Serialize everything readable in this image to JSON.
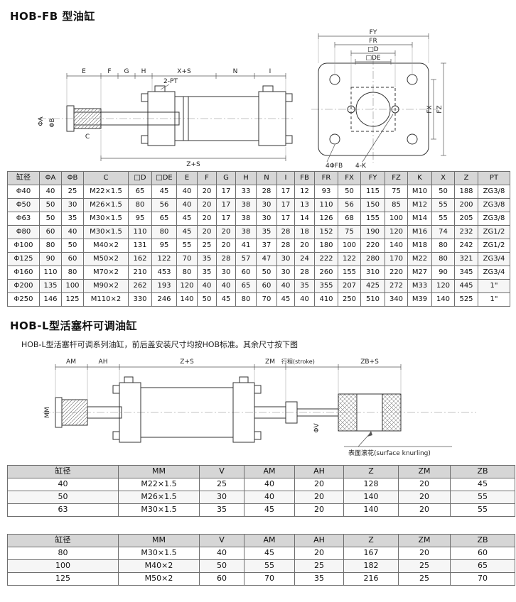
{
  "titles": {
    "section1": "HOB-FB 型油缸",
    "section2": "HOB-L型活塞杆可调油缸",
    "section2_note": "HOB-L型活塞杆可调系列油缸，前后盖安装尺寸均按HOB标准。其余尺寸按下图"
  },
  "drawing1": {
    "dim_e": "E",
    "dim_f": "F",
    "dim_g": "G",
    "dim_h": "H",
    "dim_xs": "X+S",
    "dim_n": "N",
    "dim_i": "I",
    "port": "2-PT",
    "dim_phia": "ΦA",
    "dim_phib": "ΦB",
    "dim_c": "C",
    "dim_zs": "Z+S",
    "dim_fy": "FY",
    "dim_fr": "FR",
    "dim_d": "□D",
    "dim_de": "□DE",
    "dim_fx": "FX",
    "dim_fz": "FZ",
    "holes_fb": "4ΦFB",
    "holes_k": "4-K"
  },
  "drawing2": {
    "dim_am": "AM",
    "dim_ah": "AH",
    "dim_zs": "Z+S",
    "dim_zm": "ZM",
    "stroke_note": "行程(stroke)",
    "dim_zbs": "ZB+S",
    "label_mm": "MM",
    "label_phiv": "ΦV",
    "knurl_note": "表面滚花(surface knurling)"
  },
  "table1": {
    "headers": [
      "缸径",
      "ΦA",
      "ΦB",
      "C",
      "□D",
      "□DE",
      "E",
      "F",
      "G",
      "H",
      "N",
      "I",
      "FB",
      "FR",
      "FX",
      "FY",
      "FZ",
      "K",
      "X",
      "Z",
      "PT"
    ],
    "rows": [
      [
        "Φ40",
        "40",
        "25",
        "M22×1.5",
        "65",
        "45",
        "40",
        "20",
        "17",
        "33",
        "28",
        "17",
        "12",
        "93",
        "50",
        "115",
        "75",
        "M10",
        "50",
        "188",
        "ZG3/8"
      ],
      [
        "Φ50",
        "50",
        "30",
        "M26×1.5",
        "80",
        "56",
        "40",
        "20",
        "17",
        "38",
        "30",
        "17",
        "13",
        "110",
        "56",
        "150",
        "85",
        "M12",
        "55",
        "200",
        "ZG3/8"
      ],
      [
        "Φ63",
        "50",
        "35",
        "M30×1.5",
        "95",
        "65",
        "45",
        "20",
        "17",
        "38",
        "30",
        "17",
        "14",
        "126",
        "68",
        "155",
        "100",
        "M14",
        "55",
        "205",
        "ZG3/8"
      ],
      [
        "Φ80",
        "60",
        "40",
        "M30×1.5",
        "110",
        "80",
        "45",
        "20",
        "20",
        "38",
        "35",
        "28",
        "18",
        "152",
        "75",
        "190",
        "120",
        "M16",
        "74",
        "232",
        "ZG1/2"
      ],
      [
        "Φ100",
        "80",
        "50",
        "M40×2",
        "131",
        "95",
        "55",
        "25",
        "20",
        "41",
        "37",
        "28",
        "20",
        "180",
        "100",
        "220",
        "140",
        "M18",
        "80",
        "242",
        "ZG1/2"
      ],
      [
        "Φ125",
        "90",
        "60",
        "M50×2",
        "162",
        "122",
        "70",
        "35",
        "28",
        "57",
        "47",
        "30",
        "24",
        "222",
        "122",
        "280",
        "170",
        "M22",
        "80",
        "321",
        "ZG3/4"
      ],
      [
        "Φ160",
        "110",
        "80",
        "M70×2",
        "210",
        "453",
        "80",
        "35",
        "30",
        "60",
        "50",
        "30",
        "28",
        "260",
        "155",
        "310",
        "220",
        "M27",
        "90",
        "345",
        "ZG3/4"
      ],
      [
        "Φ200",
        "135",
        "100",
        "M90×2",
        "262",
        "193",
        "120",
        "40",
        "40",
        "65",
        "60",
        "40",
        "35",
        "355",
        "207",
        "425",
        "272",
        "M33",
        "120",
        "445",
        "1\""
      ],
      [
        "Φ250",
        "146",
        "125",
        "M110×2",
        "330",
        "246",
        "140",
        "50",
        "45",
        "80",
        "70",
        "45",
        "40",
        "410",
        "250",
        "510",
        "340",
        "M39",
        "140",
        "525",
        "1\""
      ]
    ]
  },
  "table2": {
    "headers": [
      "缸径",
      "MM",
      "V",
      "AM",
      "AH",
      "Z",
      "ZM",
      "ZB"
    ],
    "rows": [
      [
        "40",
        "M22×1.5",
        "25",
        "40",
        "20",
        "128",
        "20",
        "45"
      ],
      [
        "50",
        "M26×1.5",
        "30",
        "40",
        "20",
        "140",
        "20",
        "55"
      ],
      [
        "63",
        "M30×1.5",
        "35",
        "45",
        "20",
        "140",
        "20",
        "55"
      ]
    ]
  },
  "table3": {
    "headers": [
      "缸径",
      "MM",
      "V",
      "AM",
      "AH",
      "Z",
      "ZM",
      "ZB"
    ],
    "rows": [
      [
        "80",
        "M30×1.5",
        "40",
        "45",
        "20",
        "167",
        "20",
        "60"
      ],
      [
        "100",
        "M40×2",
        "50",
        "55",
        "25",
        "182",
        "25",
        "65"
      ],
      [
        "125",
        "M50×2",
        "60",
        "70",
        "35",
        "216",
        "25",
        "70"
      ]
    ]
  }
}
